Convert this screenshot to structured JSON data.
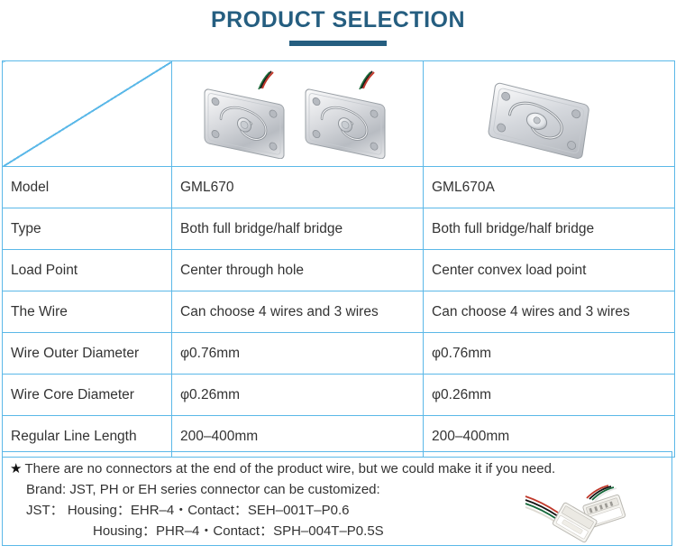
{
  "header": {
    "title": "PRODUCT SELECTION"
  },
  "table": {
    "corner_cell_label": "",
    "columns": [
      {
        "key": "label",
        "header": ""
      },
      {
        "key": "a",
        "header": "GML670 product photo"
      },
      {
        "key": "b",
        "header": "GML670A product photo"
      }
    ],
    "rows": [
      {
        "label": "Model",
        "a": "GML670",
        "b": "GML670A"
      },
      {
        "label": "Type",
        "a": "Both full bridge/half bridge",
        "b": "Both full bridge/half bridge"
      },
      {
        "label": "Load Point",
        "a": "Center through hole",
        "b": "Center convex load point"
      },
      {
        "label": "The Wire",
        "a": "Can choose 4 wires and 3 wires",
        "b": "Can choose 4 wires and 3 wires"
      },
      {
        "label": "Wire Outer Diameter",
        "a": "φ0.76mm",
        "b": "φ0.76mm"
      },
      {
        "label": "Wire Core Diameter",
        "a": "φ0.26mm",
        "b": "φ0.26mm"
      },
      {
        "label": "Regular Line Length",
        "a": "200–400mm",
        "b": "200–400mm"
      }
    ]
  },
  "note": {
    "star": "★",
    "line1": "There are no connectors at the end of the product wire, but we could make it if you need.",
    "line2": "Brand: JST, PH or EH series connector can be customized:",
    "line3": "JST：  Housing：EHR–4・Contact：SEH–001T–P0.6",
    "line4": "Housing：PHR–4・Contact：SPH–004T–P0.5S"
  },
  "colors": {
    "title": "#255e80",
    "border": "#5bb8e8",
    "text": "#333333"
  }
}
